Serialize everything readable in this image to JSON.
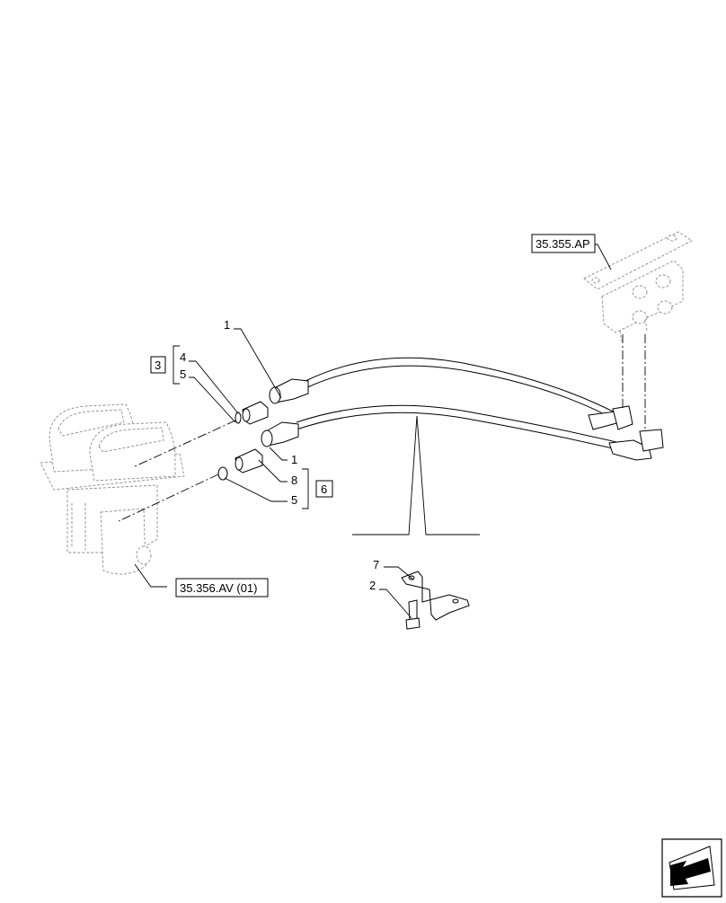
{
  "callouts": {
    "c1_top": "1",
    "c4": "4",
    "c5_top": "5",
    "c3": "3",
    "c1_bottom": "1",
    "c8": "8",
    "c5_bottom": "5",
    "c6": "6",
    "c7": "7",
    "c2": "2"
  },
  "references": {
    "ref_right": "35.355.AP",
    "ref_left": "35.356.AV (01)"
  },
  "icons": {
    "nav": "arrow-icon"
  }
}
